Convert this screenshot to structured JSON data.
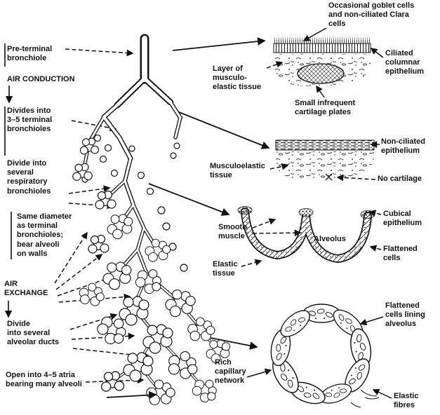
{
  "colors": {
    "ink": "#111111",
    "paper": "#ffffff"
  },
  "flow": {
    "pre_terminal": "Pre-terminal\nbronchiole",
    "air_conduction": "AIR CONDUCTION",
    "divides_terminal": "Divides into\n3–5 terminal\nbronchioles",
    "divide_respiratory": "Divide into\nseveral\nrespiratory\nbronchioles",
    "same_diameter": "Same diameter\nas terminal\nbronchioles;\nbear alveoli\non walls",
    "air_exchange": "AIR\nEXCHANGE",
    "divide_alveolar": "Divide\ninto several\nalveolar ducts",
    "open_atria": "Open into 4–5 atria\nbearing many alveoli"
  },
  "inset_preterminal": {
    "goblet": "Occasional goblet cells\nand non-ciliated Clara\ncells",
    "ciliated": "Ciliated\ncolumnar\nepithelium",
    "musculo_layer": "Layer of\nmusculo-\nelastic tissue",
    "cartilage_plates": "Small infrequent\ncartilage plates"
  },
  "inset_terminal": {
    "non_ciliated": "Non-ciliated\nepithelium",
    "musculoelastic": "Musculoelastic\ntissue",
    "no_cartilage": "No cartilage"
  },
  "inset_alveolus": {
    "smooth_muscle": "Smooth\nmuscle",
    "elastic_tissue": "Elastic\ntissue",
    "alveolus": "Alveolus",
    "cubical": "Cubical\nepithelium",
    "flattened": "Flattened\ncells"
  },
  "inset_capillaries": {
    "flattened_lining": "Flattened\ncells lining\nalveolus",
    "rich_network": "Rich\ncapillary\nnetwork",
    "elastic_fibres": "Elastic\nfibres"
  }
}
